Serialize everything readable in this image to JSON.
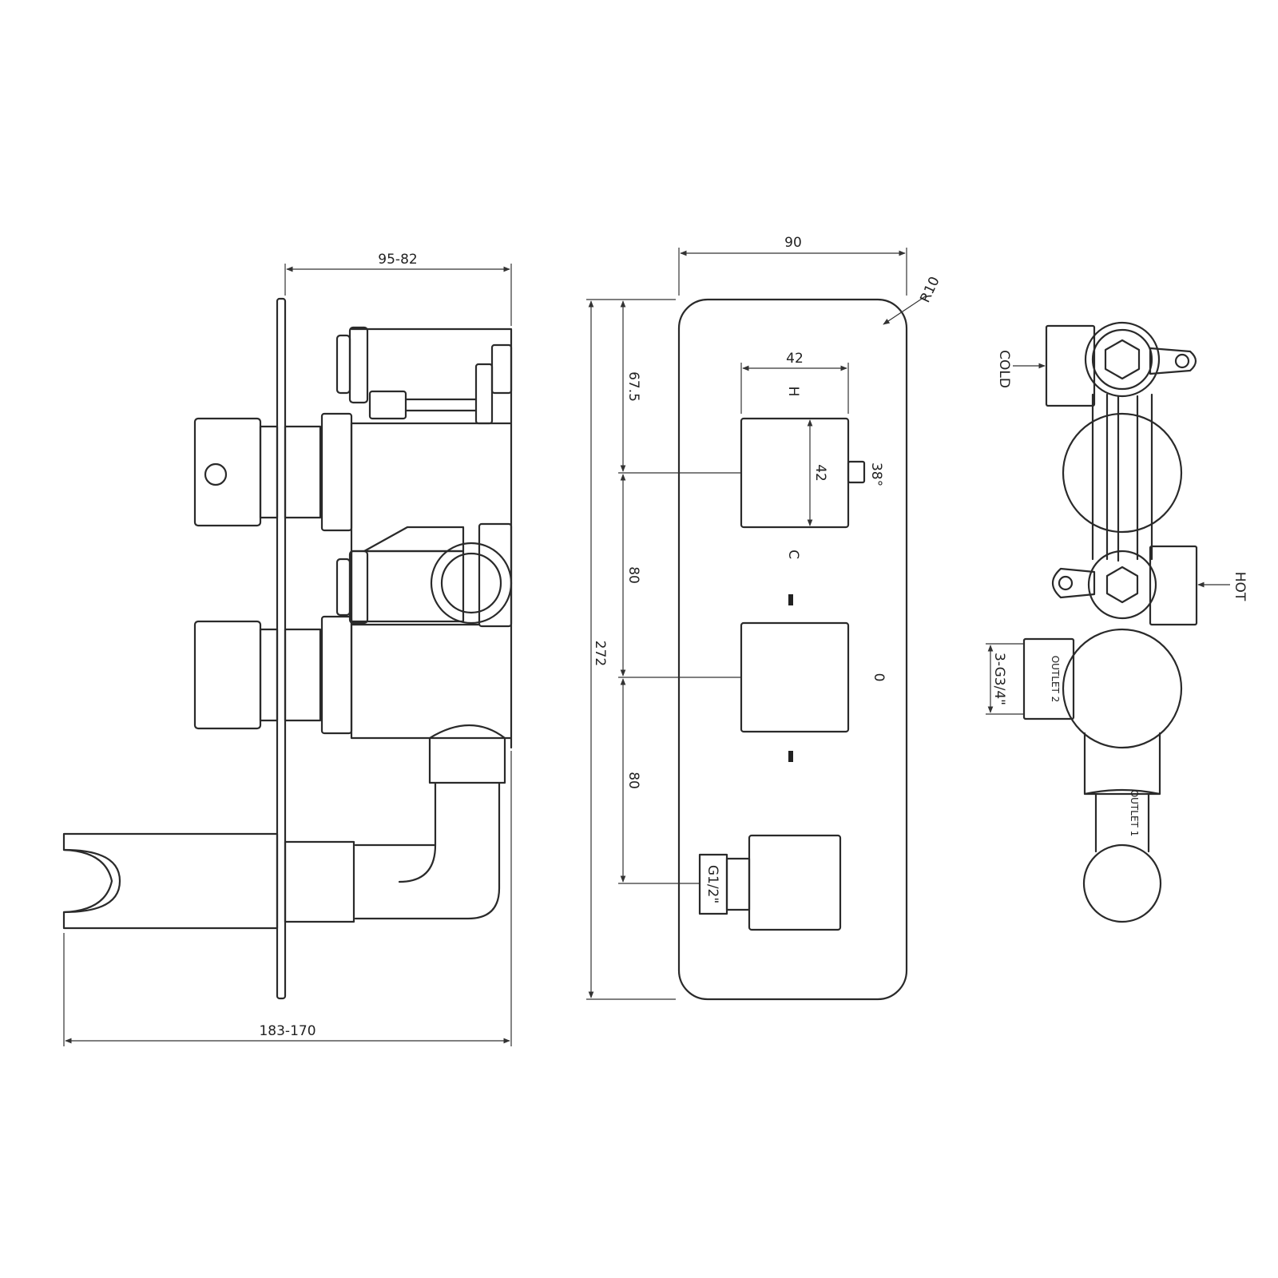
{
  "side_view": {
    "depth_dim": "95-82",
    "overall_dim": "183-170"
  },
  "front_view": {
    "width_dim": "90",
    "radius_dim": "R10",
    "height_dim": "272",
    "top_offset_dim": "67.5",
    "spacing_dim_1": "80",
    "spacing_dim_2": "80",
    "knob_width_dim": "42",
    "knob_height_dim": "42",
    "angle_dim": "38°",
    "hot_mark": "H",
    "cold_mark": "C",
    "off_mark": "0",
    "outlet_thread": "G1/2\""
  },
  "rear_view": {
    "cold_label": "COLD",
    "hot_label": "HOT",
    "outlet_thread_label": "3-G3/4\"",
    "outlet2_label": "OUTLET 2",
    "outlet1_label": "OUTLET 1"
  }
}
